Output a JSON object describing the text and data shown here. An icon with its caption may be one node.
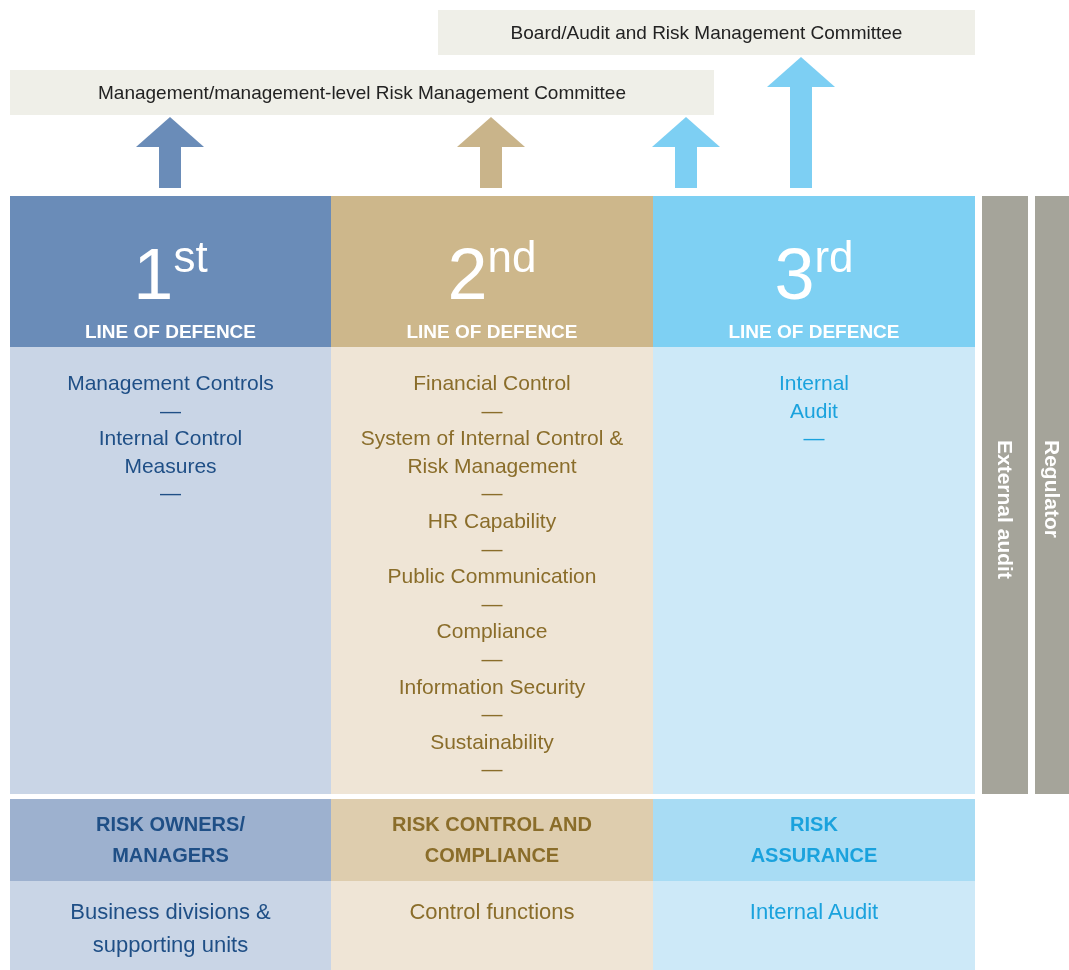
{
  "diagram": {
    "nodes": [
      {
        "text": [
          "Board/Audit and Risk Management Committee"
        ]
      },
      {
        "text": [
          "Management/management-level Risk Management Committee"
        ]
      },
      {
        "text": [
          "1$^{st}$",
          "LINE OF DEFENCE"
        ]
      },
      {
        "text": [
          "2$^{nd}$",
          "LINE OF DEFENCE"
        ]
      },
      {
        "text": [
          "3$^{rd}$",
          "LINE OF DEFENCE"
        ]
      },
      {
        "text": [
          "Management Controls",
          "—",
          "Internal Control Measures",
          "—"
        ]
      },
      {
        "text": [
          "Financial Control",
          "—",
          "System of Internal Control & Risk Management",
          "—",
          "HR Capability",
          "—",
          "Public Communication",
          "—",
          "Compliance",
          "—",
          "Information Security",
          "—",
          "Sustainability",
          "—"
        ]
      },
      {
        "text": [
          "Internal Audit",
          "—"
        ]
      },
      {
        "text": [
          "External audit"
        ]
      },
      {
        "text": [
          "Regulator"
        ]
      },
      {
        "text": [
          "RISK OWNERS/ MANAGERS"
        ]
      },
      {
        "text": [
          "RISK CONTROL AND COMPLIANCE"
        ]
      },
      {
        "text": [
          "RISK ASSURANCE"
        ]
      },
      {
        "text": [
          "Business divisions & supporting units"
        ]
      },
      {
        "text": [
          "Control functions"
        ]
      },
      {
        "text": [
          "Internal Audit"
        ]
      }
    ],
    "edges": [
      {
        "from": 2,
        "to": 1,
        "arrow": "to",
        "color": "#6a8cb8"
      },
      {
        "from": 3,
        "to": 1,
        "arrow": "to",
        "color": "#c9b48a"
      },
      {
        "from": 4,
        "to": 1,
        "arrow": "to",
        "color": "#7dcff3"
      },
      {
        "from": 4,
        "to": 0,
        "arrow": "to",
        "color": "#7dcff3"
      }
    ]
  }
}
